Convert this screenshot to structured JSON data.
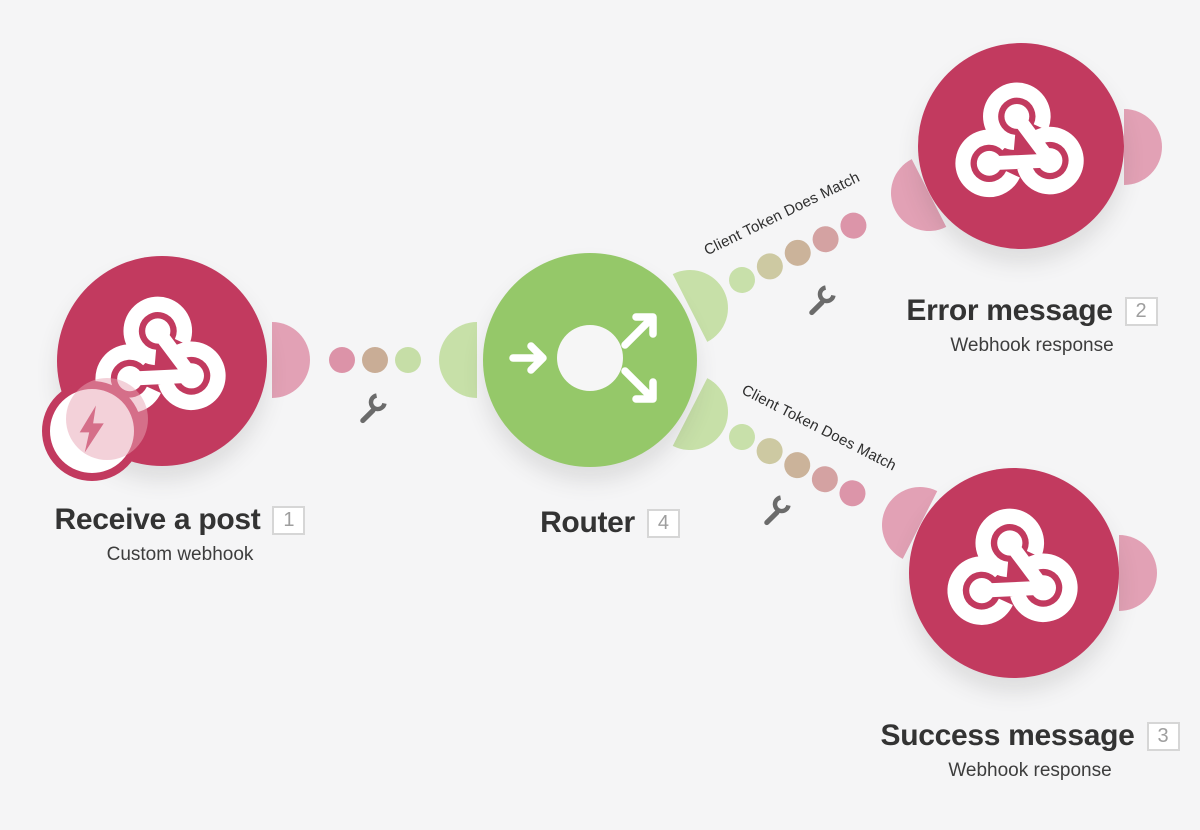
{
  "colors": {
    "background": "#f5f5f6",
    "webhook_node": "#c23a5f",
    "router_node": "#95c869",
    "port_pink": "#e2a1b5",
    "port_green": "#c7e0a8",
    "wrench_gray": "#6b6b6b",
    "title_text": "#333333",
    "badge_border": "#d6d6d6",
    "badge_text": "#9e9e9e"
  },
  "nodes": [
    {
      "id": "receive-a-post",
      "title": "Receive a post",
      "order": "1",
      "subtitle": "Custom webhook",
      "type": "custom-webhook",
      "icon": "webhook-icon",
      "badge_icon": "lightning-bolt-icon",
      "color": "#c23a5f"
    },
    {
      "id": "router",
      "title": "Router",
      "order": "4",
      "subtitle": "",
      "type": "router",
      "icon": "router-arrows-icon",
      "color": "#95c869"
    },
    {
      "id": "error-message",
      "title": "Error message",
      "order": "2",
      "subtitle": "Webhook response",
      "type": "webhook-response",
      "icon": "webhook-icon",
      "color": "#c23a5f"
    },
    {
      "id": "success-message",
      "title": "Success message",
      "order": "3",
      "subtitle": "Webhook response",
      "type": "webhook-response",
      "icon": "webhook-icon",
      "color": "#c23a5f"
    }
  ],
  "connections": [
    {
      "from": "Receive a post",
      "to": "Router",
      "label": "",
      "dot_colors": [
        "#dc93a8",
        "#c9ad96",
        "#c6dea7"
      ],
      "tool_icon": "wrench-icon"
    },
    {
      "from": "Router",
      "to": "Error message",
      "label": "Client Token Does Match",
      "dot_colors": [
        "#c8e0aa",
        "#cdc9a2",
        "#cbb39a",
        "#d4a2a2",
        "#dc95a9"
      ],
      "tool_icon": "wrench-icon"
    },
    {
      "from": "Router",
      "to": "Success message",
      "label": "Client Token Does Match",
      "dot_colors": [
        "#c8e0aa",
        "#cdc9a2",
        "#cbb39a",
        "#d4a2a2",
        "#dc95a9"
      ],
      "tool_icon": "wrench-icon"
    }
  ]
}
